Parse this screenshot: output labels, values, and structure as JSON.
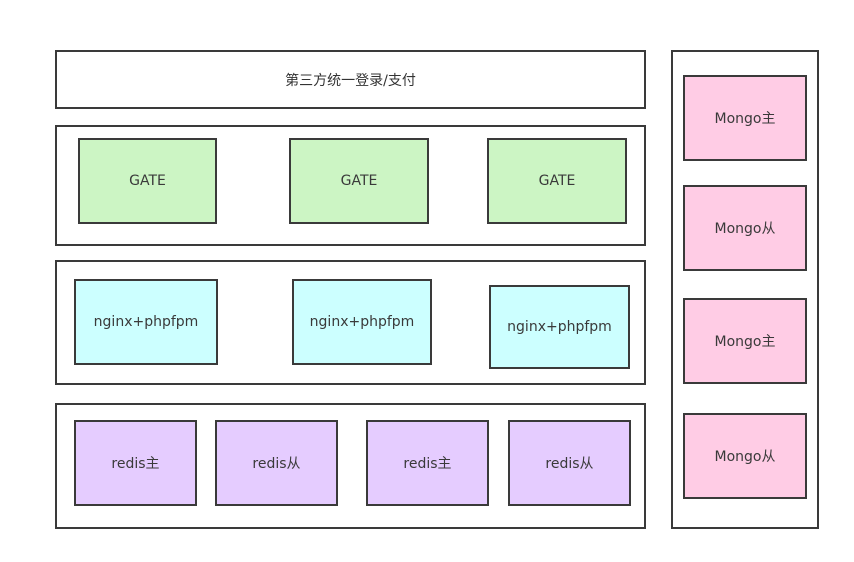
{
  "header": {
    "label": "第三方统一登录/支付"
  },
  "gate_row": {
    "boxes": [
      "GATE",
      "GATE",
      "GATE"
    ]
  },
  "nginx_row": {
    "boxes": [
      "nginx+phpfpm",
      "nginx+phpfpm",
      "nginx+phpfpm"
    ]
  },
  "redis_row": {
    "boxes": [
      "redis主",
      "redis从",
      "redis主",
      "redis从"
    ]
  },
  "mongo_column": {
    "boxes": [
      "Mongo主",
      "Mongo从",
      "Mongo主",
      "Mongo从"
    ]
  },
  "colors": {
    "gate": "#ccf5c4",
    "nginx": "#ccffff",
    "redis": "#e5ccff",
    "mongo": "#ffcce5",
    "border": "#3a3a3a"
  }
}
